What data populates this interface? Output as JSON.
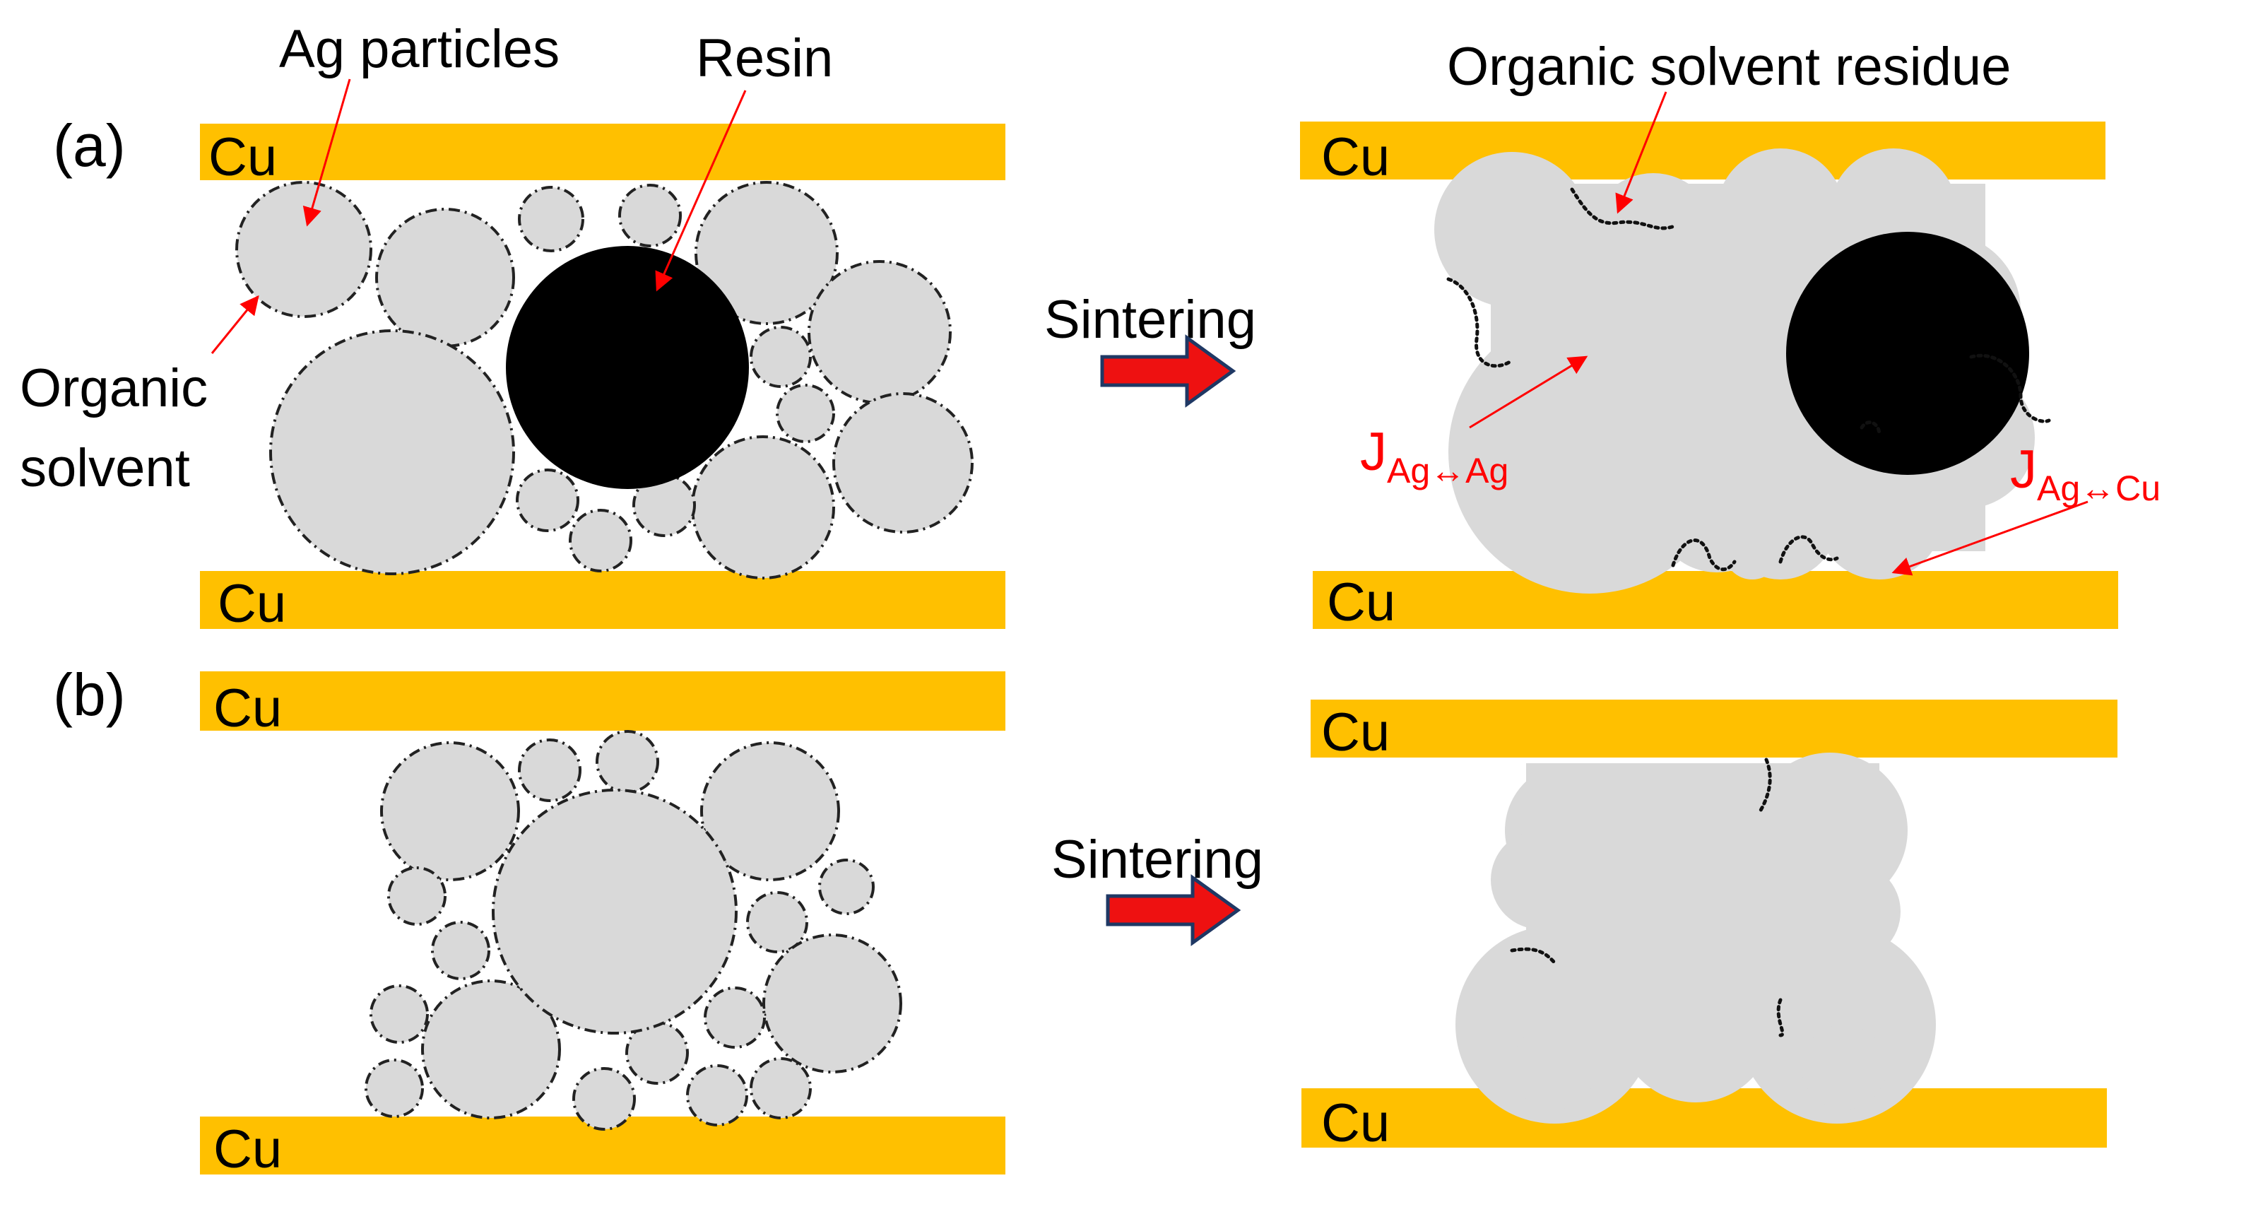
{
  "panels": {
    "a": "(a)",
    "b": "(b)"
  },
  "labels": {
    "ag_particles": "Ag particles",
    "resin": "Resin",
    "organic_solvent_line1": "Organic",
    "organic_solvent_line2": "solvent",
    "sintering": "Sintering",
    "organic_solvent_residue": "Organic solvent residue",
    "cu": "Cu",
    "j_main": "J",
    "j_ag_ag_sub": "Ag↔Ag",
    "j_ag_cu_sub": "Ag↔Cu"
  },
  "colors": {
    "copper": "#FFC000",
    "silver": "#D9D9D9",
    "resin": "#000000",
    "arrow_fill": "#EE1111",
    "arrow_stroke": "#1F3864",
    "annotation": "#FF0000"
  },
  "icons": {
    "process_arrow": "right-block-arrow-icon",
    "pointer_arrow": "pointer-arrow-icon"
  }
}
